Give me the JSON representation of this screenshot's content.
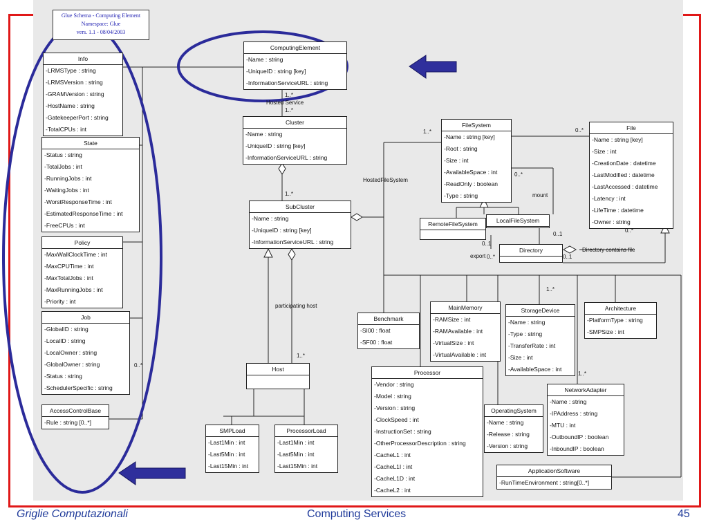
{
  "header": {
    "line1": "Glue Schema - Computing Element",
    "line2": "Namespace: Glue",
    "line3": "vers. 1.1 - 08/04/2003"
  },
  "footer": {
    "left": "Griglie Computazionali",
    "center": "Computing Services",
    "page": "45"
  },
  "colors": {
    "frame": "#e01818",
    "highlight": "#2b2b9a",
    "arrow": "#2f2f9c"
  },
  "classes": {
    "computingElement": {
      "title": "ComputingElement",
      "attrs": [
        "-Name : string",
        "-UniqueID : string [key]",
        "-InformationServiceURL : string"
      ]
    },
    "cluster": {
      "title": "Cluster",
      "attrs": [
        "-Name : string",
        "-UniqueID : string [key]",
        "-InformationServiceURL : string"
      ]
    },
    "subCluster": {
      "title": "SubCluster",
      "attrs": [
        "-Name : string",
        "-UniqueID : string [key]",
        "-InformationServiceURL : string"
      ]
    },
    "host": {
      "title": "Host",
      "attrs": []
    },
    "info": {
      "title": "Info",
      "attrs": [
        "-LRMSType : string",
        "-LRMSVersion : string",
        "-GRAMVersion : string",
        "-HostName : string",
        "-GatekeeperPort : string",
        "-TotalCPUs : int"
      ]
    },
    "state": {
      "title": "State",
      "attrs": [
        "-Status : string",
        "-TotalJobs : int",
        "-RunningJobs : int",
        "-WaitingJobs : int",
        "-WorstResponseTime : int",
        "-EstimatedResponseTime : int",
        "-FreeCPUs : int"
      ]
    },
    "policy": {
      "title": "Policy",
      "attrs": [
        "-MaxWallClockTime : int",
        "-MaxCPUTime : int",
        "-MaxTotalJobs : int",
        "-MaxRunningJobs : int",
        "-Priority : int"
      ]
    },
    "job": {
      "title": "Job",
      "attrs": [
        "-GlobalID : string",
        "-LocalID : string",
        "-LocalOwner : string",
        "-GlobalOwner : string",
        "-Status : string",
        "-SchedulerSpecific : string"
      ]
    },
    "accessControlBase": {
      "title": "AccessControlBase",
      "attrs": [
        "-Rule : string [0..*]"
      ]
    },
    "smpLoad": {
      "title": "SMPLoad",
      "attrs": [
        "-Last1Min : int",
        "-Last5Min : int",
        "-Last15Min : int"
      ]
    },
    "processorLoad": {
      "title": "ProcessorLoad",
      "attrs": [
        "-Last1Min : int",
        "-Last5Min : int",
        "-Last15Min : int"
      ]
    },
    "benchmark": {
      "title": "Benchmark",
      "attrs": [
        "-SI00 : float",
        "-SF00 : float"
      ]
    },
    "mainMemory": {
      "title": "MainMemory",
      "attrs": [
        "-RAMSize : int",
        "-RAMAvailable : int",
        "-VirtualSize : int",
        "-VirtualAvailable : int"
      ]
    },
    "storageDevice": {
      "title": "StorageDevice",
      "attrs": [
        "-Name : string",
        "-Type : string",
        "-TransferRate : int",
        "-Size : int",
        "-AvailableSpace : int"
      ]
    },
    "architecture": {
      "title": "Architecture",
      "attrs": [
        "-PlatformType : string",
        "-SMPSize : int"
      ]
    },
    "processor": {
      "title": "Processor",
      "attrs": [
        "-Vendor : string",
        "-Model : string",
        "-Version : string",
        "-ClockSpeed : int",
        "-InstructionSet : string",
        "-OtherProcessorDescription : string",
        "-CacheL1 : int",
        "-CacheL1I : int",
        "-CacheL1D : int",
        "-CacheL2 : int"
      ]
    },
    "operatingSystem": {
      "title": "OperatingSystem",
      "attrs": [
        "-Name : string",
        "-Release : string",
        "-Version : string"
      ]
    },
    "networkAdapter": {
      "title": "NetworkAdapter",
      "attrs": [
        "-Name : string",
        "-IPAddress : string",
        "-MTU : int",
        "-OutboundIP : boolean",
        "-InboundIP : boolean"
      ]
    },
    "applicationSoftware": {
      "title": "ApplicationSoftware",
      "attrs": [
        "-RunTimeEnvironment : string[0..*]"
      ]
    },
    "fileSystem": {
      "title": "FileSystem",
      "attrs": [
        "-Name : string [key]",
        "-Root : string",
        "-Size : int",
        "-AvailableSpace : int",
        "-ReadOnly : boolean",
        "-Type : string"
      ]
    },
    "file": {
      "title": "File",
      "attrs": [
        "-Name : string [key]",
        "-Size : int",
        "-CreationDate : datetime",
        "-LastModified : datetime",
        "-LastAccessed : datetime",
        "-Latency : int",
        "-LifeTime : datetime",
        "-Owner : string"
      ]
    },
    "remoteFileSystem": {
      "title": "RemoteFileSystem",
      "attrs": []
    },
    "localFileSystem": {
      "title": "LocalFileSystem",
      "attrs": []
    },
    "directory": {
      "title": "Directory",
      "attrs": []
    }
  },
  "labels": {
    "m_ce": "1..*",
    "hostedService": "Hosted Service",
    "m_cl": "1..*",
    "m_sub": "1..*",
    "hostedFileSystem": "HostedFileSystem",
    "m_fs": "1..*",
    "m_file": "0..*",
    "m_mount": "0..*",
    "mount": "mount",
    "m_dir1": "0..1",
    "m_dir2": "0..1",
    "m_export": "0..*",
    "export": "export",
    "m_dir3": "0..1",
    "directoryContainsFile": "Directory contains file",
    "m_file2": "0..*",
    "participatingHost": "participating host",
    "m_host": "1..*",
    "m_job": "0..*",
    "m_storage": "1..*",
    "m_net": "1..*"
  }
}
